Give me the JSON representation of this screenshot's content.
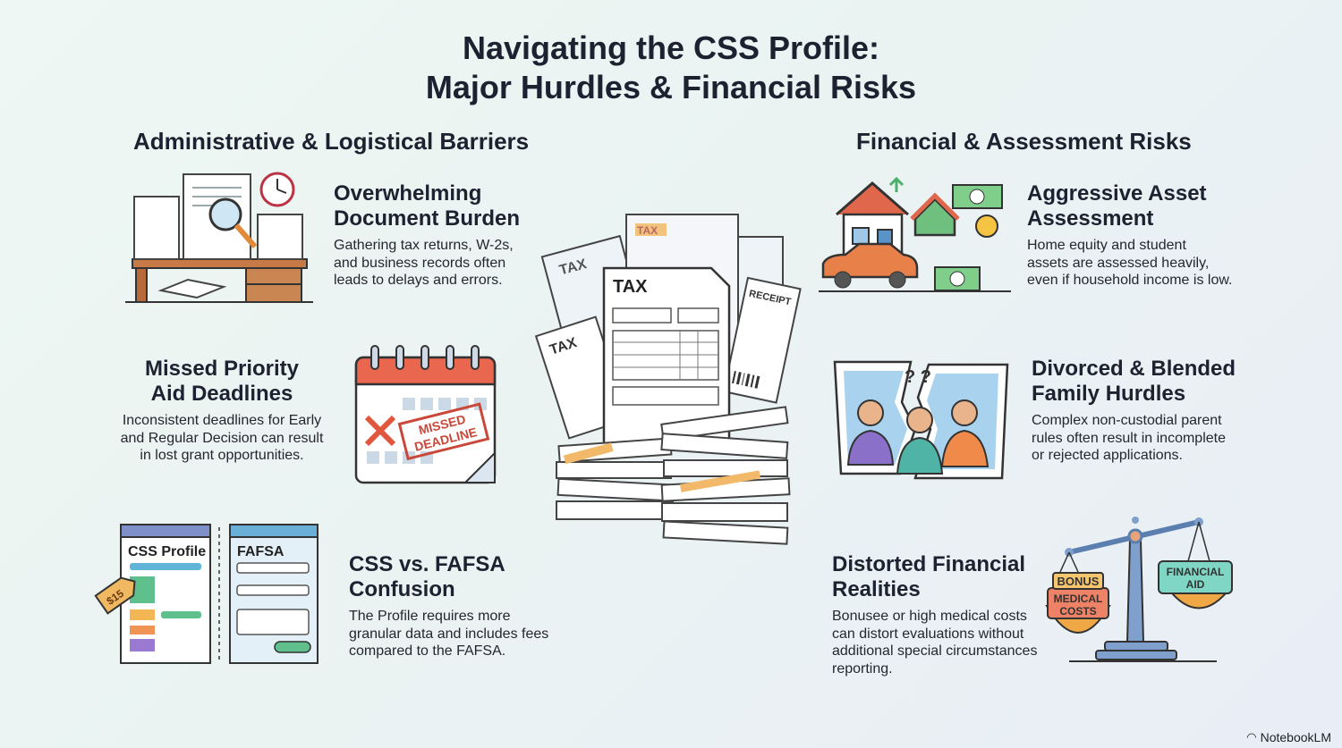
{
  "title": {
    "line1": "Navigating the CSS Profile:",
    "line2": "Major Hurdles & Financial Risks"
  },
  "left_section": {
    "heading": "Administrative & Logistical Barriers",
    "items": [
      {
        "title1": "Overwhelming",
        "title2": "Document Burden",
        "body": [
          "Gathering tax returns, W-2s,",
          "and business records often",
          "leads to delays and errors."
        ]
      },
      {
        "title1": "Missed Priority",
        "title2": "Aid Deadlines",
        "body": [
          "Inconsistent deadlines for Early",
          "and Regular Decision can result",
          "in lost grant opportunities."
        ],
        "stamp1": "MISSED",
        "stamp2": "DEADLINE"
      },
      {
        "title1": "CSS vs. FAFSA",
        "title2": "Confusion",
        "body": [
          "The Profile requires more",
          "granular data and includes fees",
          "compared to the FAFSA."
        ],
        "window1": "CSS Profile",
        "window2": "FAFSA",
        "tag": "$15"
      }
    ]
  },
  "right_section": {
    "heading": "Financial & Assessment Risks",
    "items": [
      {
        "title1": "Aggressive Asset",
        "title2": "Assessment",
        "body": [
          "Home equity and student",
          "assets are assessed heavily,",
          "even if household income is low."
        ]
      },
      {
        "title1": "Divorced & Blended",
        "title2": "Family Hurdles",
        "body": [
          "Complex non-custodial parent",
          "rules often result in incomplete",
          "or rejected applications."
        ],
        "marks": "? ?"
      },
      {
        "title1": "Distorted Financial",
        "title2": "Realities",
        "body": [
          "Bonusee or high medical costs",
          "can distort evaluations without",
          "additional special circumstances",
          "reporting."
        ],
        "left_pan": [
          "BONUS",
          "MEDICAL",
          "COSTS"
        ],
        "right_pan": [
          "FINANCIAL",
          "AID"
        ]
      }
    ]
  },
  "center": {
    "labels": [
      "TAX",
      "TAX",
      "TAX",
      "RECEIPT",
      "TAX"
    ]
  },
  "footer": {
    "brand": "NotebookLM"
  }
}
